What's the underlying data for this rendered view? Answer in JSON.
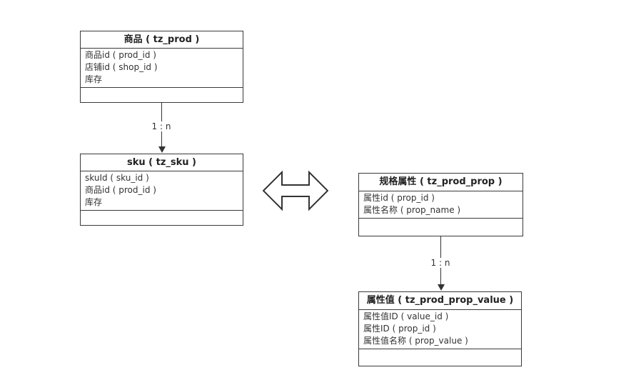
{
  "diagram": {
    "entities": [
      {
        "title": "商品 ( tz_prod )",
        "fields": [
          "商品id ( prod_id )",
          "店铺id ( shop_id )",
          "库存"
        ]
      },
      {
        "title": "sku ( tz_sku )",
        "fields": [
          "skuId ( sku_id )",
          "商品id ( prod_id )",
          "库存"
        ]
      },
      {
        "title": "规格属性 ( tz_prod_prop )",
        "fields": [
          "属性id ( prop_id )",
          "属性名称 ( prop_name )"
        ]
      },
      {
        "title": "属性值 ( tz_prod_prop_value )",
        "fields": [
          "属性值ID ( value_id )",
          "属性ID ( prop_id )",
          "属性值名称 ( prop_value )"
        ]
      }
    ],
    "connectors": [
      {
        "label": "1 : n"
      },
      {
        "label": "1 : n"
      }
    ],
    "colors": {
      "border": "#3a3a3a",
      "text": "#333333",
      "background": "#ffffff"
    }
  }
}
